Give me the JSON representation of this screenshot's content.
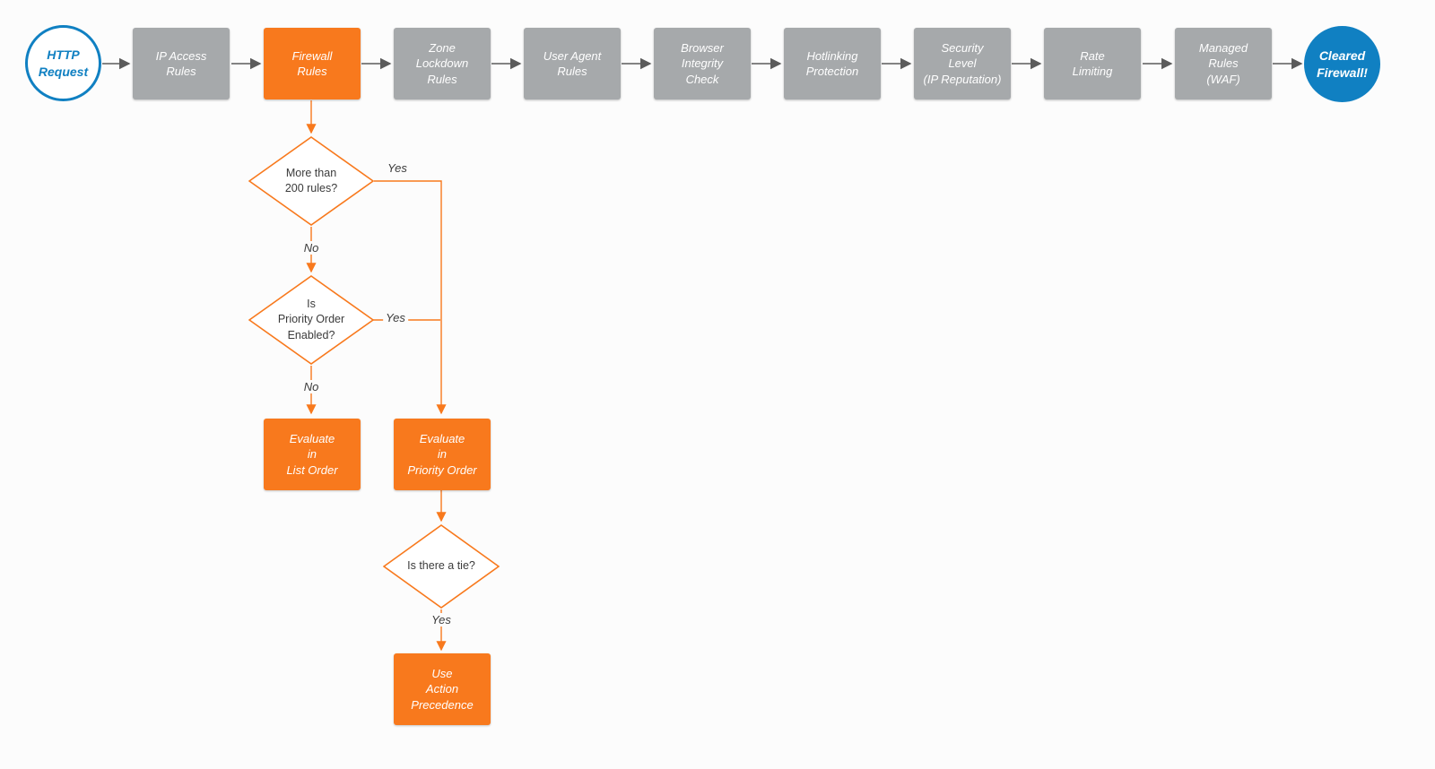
{
  "flow": {
    "start": {
      "label": "HTTP\nRequest"
    },
    "stages": [
      {
        "label": "IP Access\nRules"
      },
      {
        "label": "Firewall\nRules"
      },
      {
        "label": "Zone\nLockdown\nRules"
      },
      {
        "label": "User Agent\nRules"
      },
      {
        "label": "Browser\nIntegrity\nCheck"
      },
      {
        "label": "Hotlinking\nProtection"
      },
      {
        "label": "Security\nLevel\n(IP Reputation)"
      },
      {
        "label": "Rate\nLimiting"
      },
      {
        "label": "Managed\nRules\n(WAF)"
      }
    ],
    "end": {
      "label": "Cleared\nFirewall!"
    },
    "decisions": [
      {
        "label": "More than\n200 rules?"
      },
      {
        "label": "Is\nPriority Order\nEnabled?"
      },
      {
        "label": "Is there a tie?"
      }
    ],
    "actions": [
      {
        "label": "Evaluate\nin\nList Order"
      },
      {
        "label": "Evaluate\nin\nPriority Order"
      },
      {
        "label": "Use\nAction\nPrecedence"
      }
    ],
    "edge_labels": {
      "yes1": "Yes",
      "no1": "No",
      "yes2": "Yes",
      "no2": "No",
      "yes3": "Yes"
    },
    "colors": {
      "orange": "#F8791D",
      "gray": "#A6A9AB",
      "blue": "#1080C2",
      "arrow_gray": "#5B5B5B"
    }
  }
}
